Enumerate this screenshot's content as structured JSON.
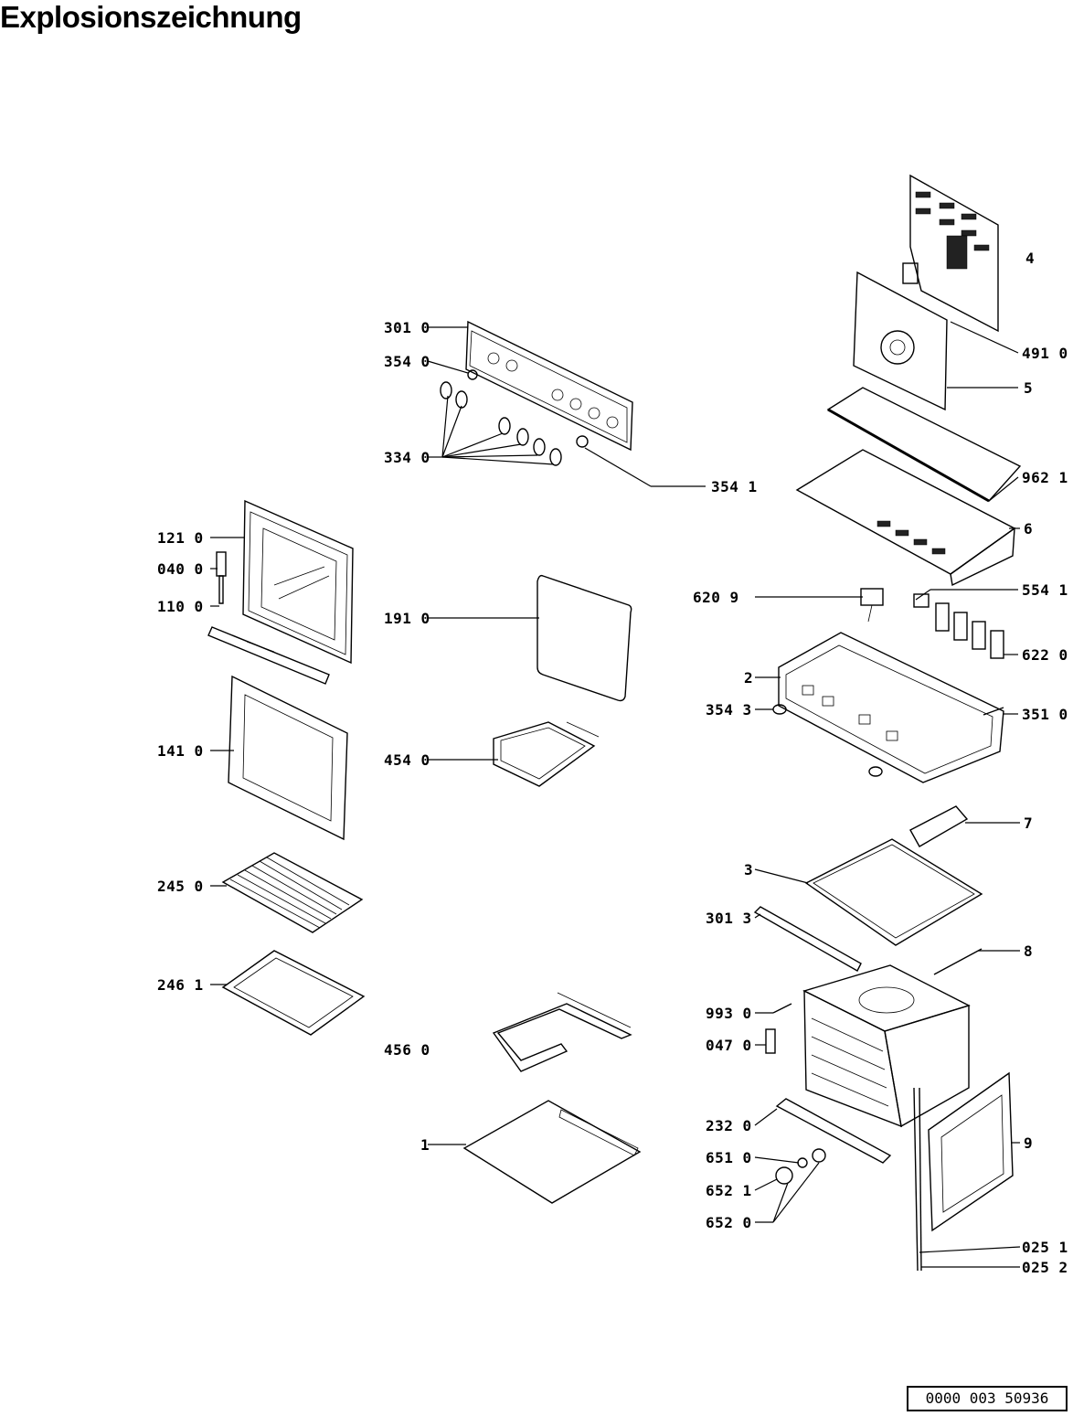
{
  "title": "Explosionszeichnung",
  "document_number": "0000 003 50936",
  "callouts": {
    "c3010": "301 0",
    "c3540": "354 0",
    "c3340": "334 0",
    "c3541": "354 1",
    "c1210": "121 0",
    "c0400": "040 0",
    "c1100": "110 0",
    "c1410": "141 0",
    "c2450": "245 0",
    "c2461": "246 1",
    "c1910": "191 0",
    "c4540": "454 0",
    "c4560": "456 0",
    "c1": "1",
    "c4": "4",
    "c4910": "491 0",
    "c5": "5",
    "c9621": "962 1",
    "c6": "6",
    "c6209": "620 9",
    "c5541": "554 1",
    "c6220": "622 0",
    "c2": "2",
    "c3543": "354 3",
    "c3510": "351 0",
    "c7": "7",
    "c3": "3",
    "c3013": "301 3",
    "c8": "8",
    "c9930": "993 0",
    "c0470": "047 0",
    "c2320": "232 0",
    "c6510": "651 0",
    "c6521": "652 1",
    "c6520": "652 0",
    "c9": "9",
    "c0251": "025 1",
    "c0252": "025 2"
  }
}
